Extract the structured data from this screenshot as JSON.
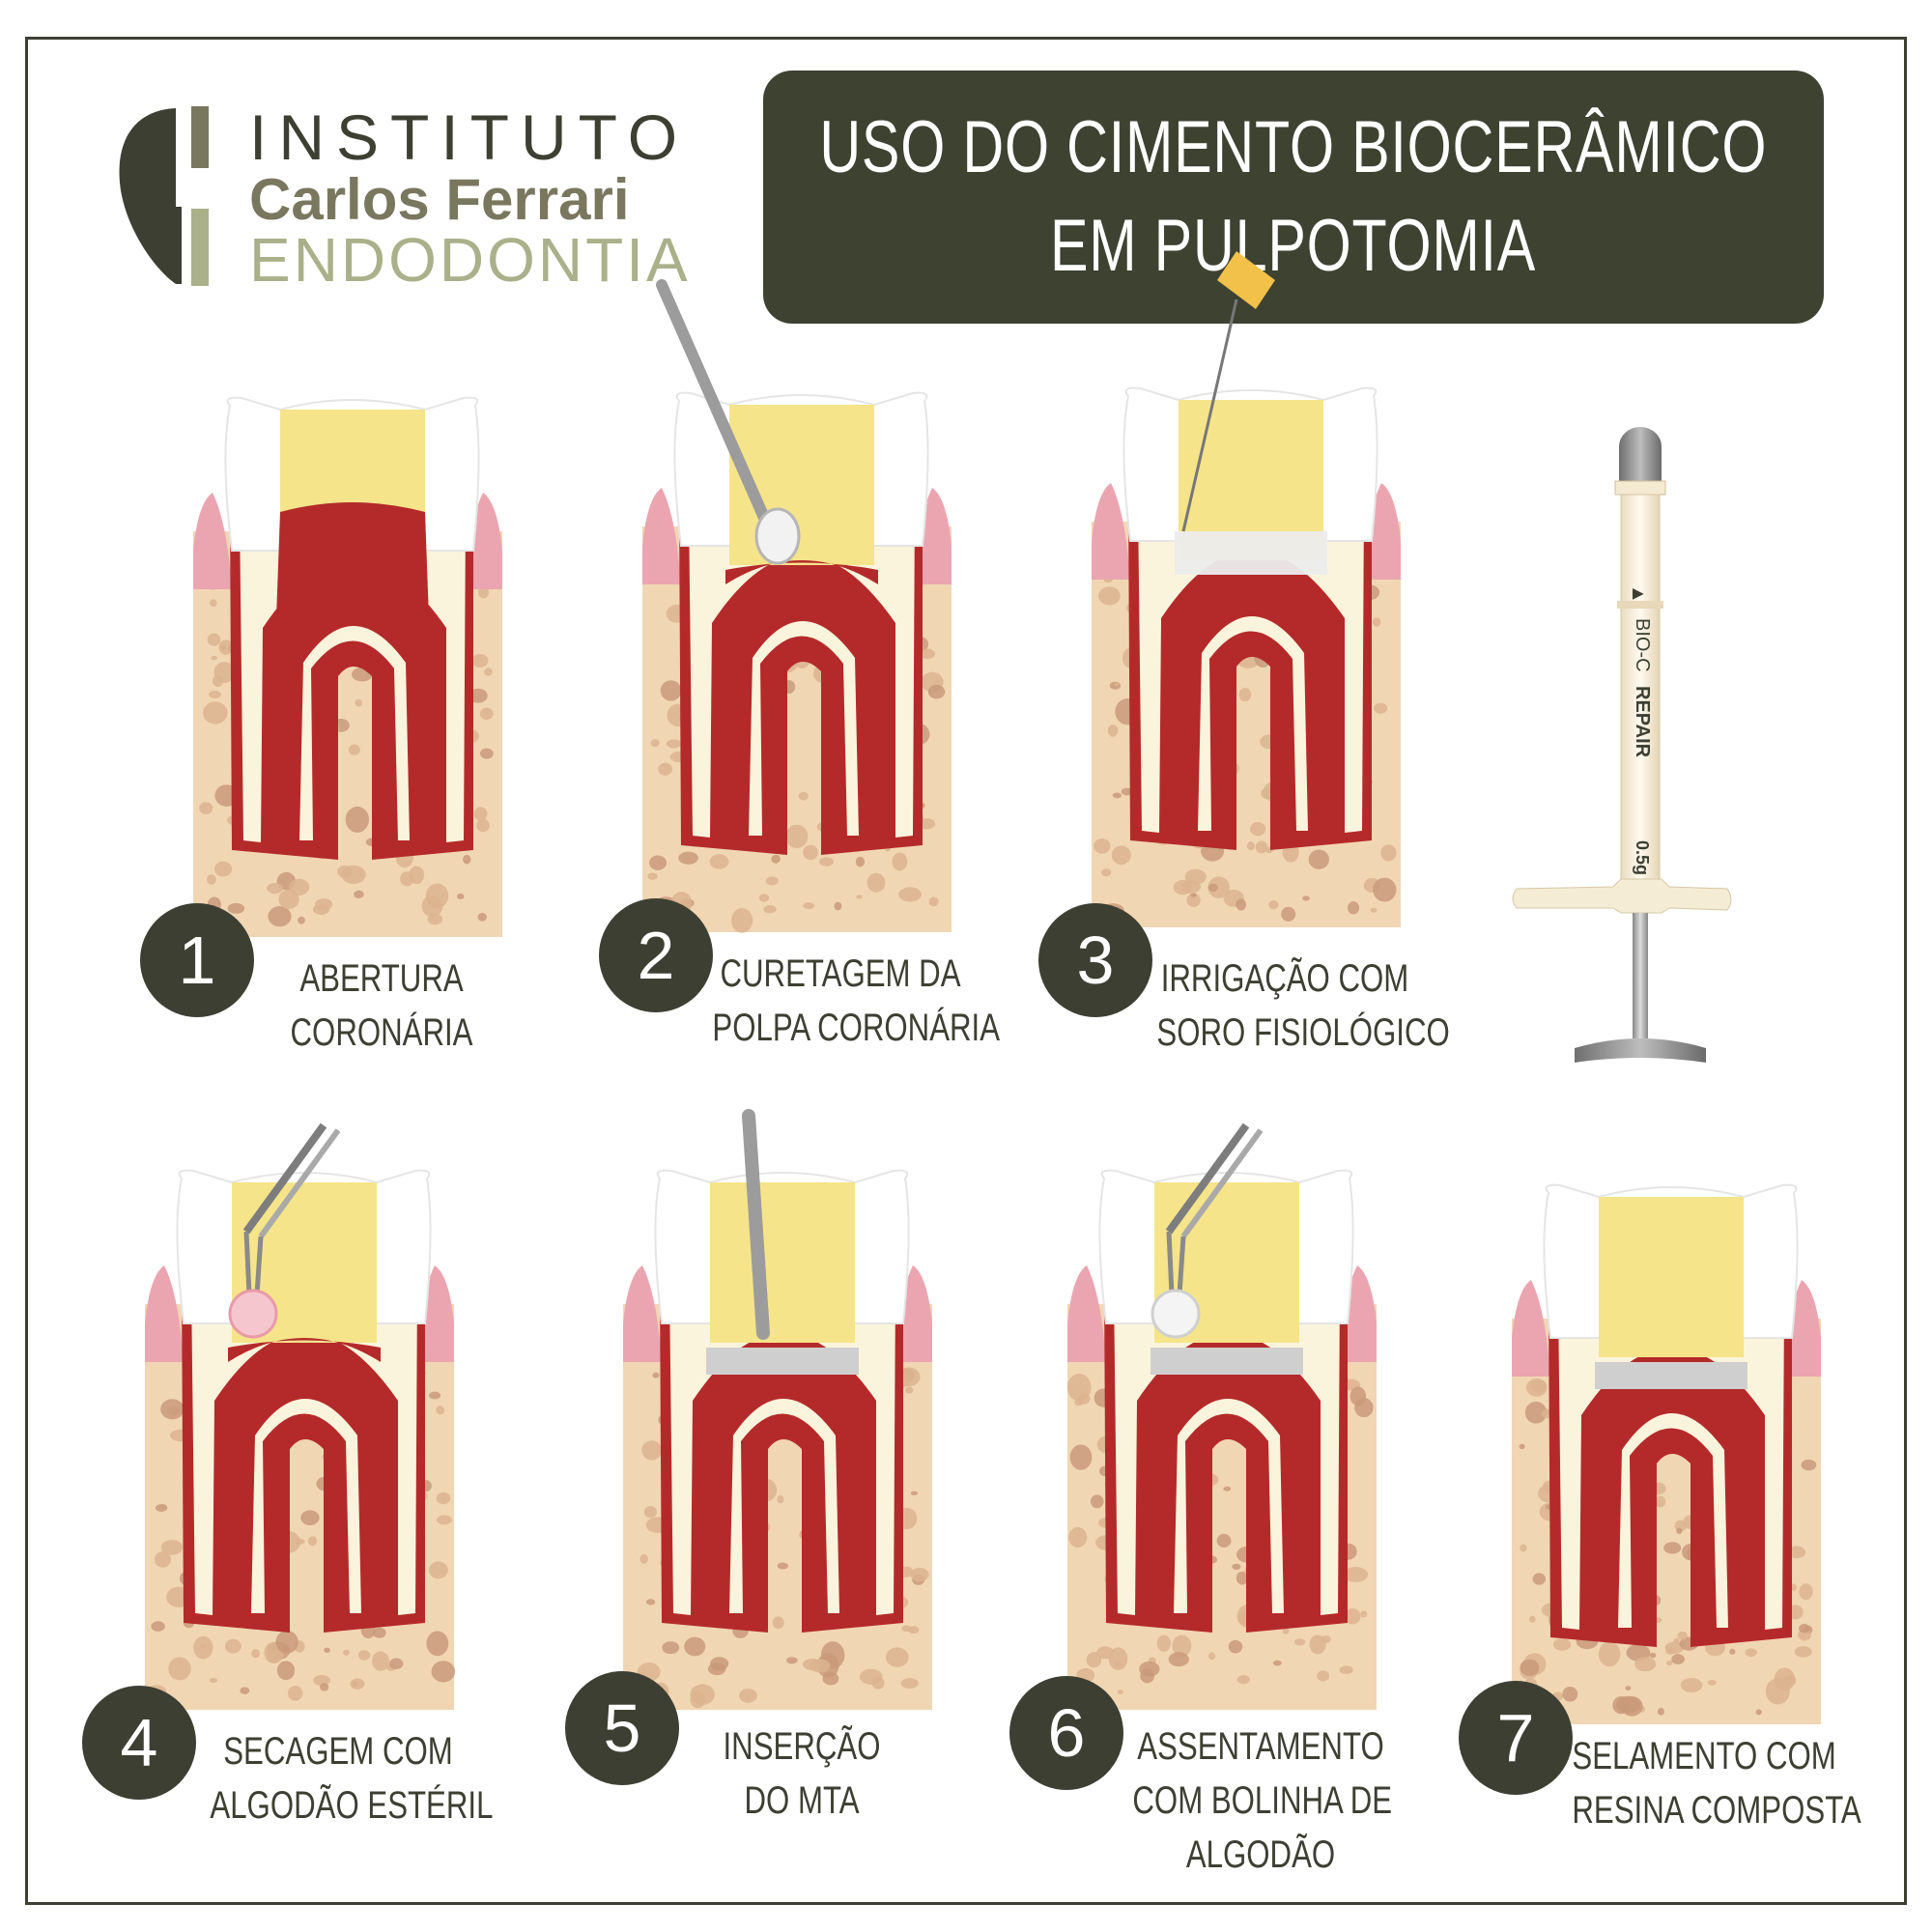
{
  "logo": {
    "line1": "INSTITUTO",
    "line2": "Carlos Ferrari",
    "line3": "ENDODONTIA",
    "colors": {
      "dark": "#3d3f32",
      "mid": "#7a775f",
      "light": "#aab08a"
    }
  },
  "title": {
    "line1": "USO DO CIMENTO BIOCERÂMICO",
    "line2": "EM PULPOTOMIA"
  },
  "product": {
    "brand": "BIO-C",
    "name": "REPAIR",
    "weight": "0.5g"
  },
  "colors": {
    "accent_dark": "#3d4231",
    "enamel": "#ffffff",
    "dentin": "#f5e48a",
    "pulp": "#b42a2a",
    "root_fill": "#fbf4dc",
    "bone": "#f1d6b3",
    "gum": "#eba5b0",
    "mta": "#cfcfcf"
  },
  "steps": [
    {
      "number": "1",
      "label": [
        "ABERTURA",
        "CORONÁRIA"
      ],
      "state": "opened",
      "tool": "none"
    },
    {
      "number": "2",
      "label": [
        "CURETAGEM DA",
        "POLPA CORONÁRIA"
      ],
      "state": "curetted",
      "tool": "curette-icon"
    },
    {
      "number": "3",
      "label": [
        "IRRIGAÇÃO COM",
        "SORO FISIOLÓGICO"
      ],
      "state": "irrigated",
      "tool": "syringe-needle-icon"
    },
    {
      "number": "4",
      "label": [
        "SECAGEM COM",
        "ALGODÃO ESTÉRIL"
      ],
      "state": "dried",
      "tool": "tweezers-cotton-pink-icon"
    },
    {
      "number": "5",
      "label": [
        "INSERÇÃO",
        "DO MTA"
      ],
      "state": "mta",
      "tool": "mta-carrier-icon"
    },
    {
      "number": "6",
      "label": [
        "ASSENTAMENTO",
        "COM BOLINHA DE",
        "ALGODÃO"
      ],
      "state": "mta",
      "tool": "tweezers-cotton-white-icon"
    },
    {
      "number": "7",
      "label": [
        "SELAMENTO COM",
        "RESINA COMPOSTA"
      ],
      "state": "sealed",
      "tool": "none"
    }
  ]
}
